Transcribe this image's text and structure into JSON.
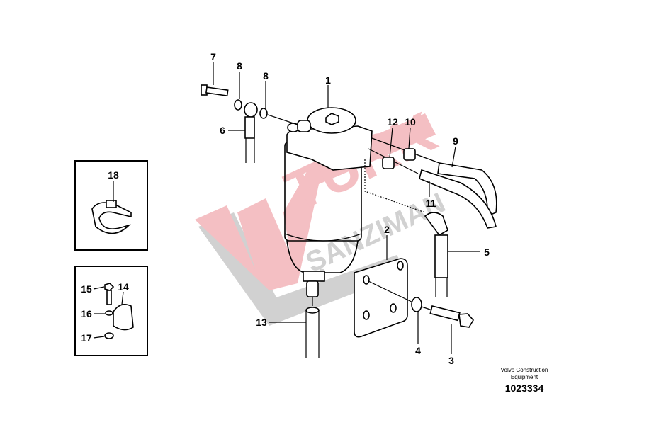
{
  "diagram": {
    "callouts": {
      "c1": "1",
      "c2": "2",
      "c3": "3",
      "c4": "4",
      "c5": "5",
      "c6": "6",
      "c7": "7",
      "c8a": "8",
      "c8b": "8",
      "c9": "9",
      "c10": "10",
      "c11": "11",
      "c12": "12",
      "c13": "13",
      "c14": "14",
      "c15": "15",
      "c16": "16",
      "c17": "17",
      "c18": "18"
    },
    "caption": {
      "manufacturer": "Volvo Construction Equipment",
      "number": "1023334"
    },
    "watermark": {
      "text_top": "TÜRK",
      "text_bottom": "ŞANZIMAN",
      "color": "#e8727c",
      "shadow_color": "#b0b0b0"
    }
  }
}
